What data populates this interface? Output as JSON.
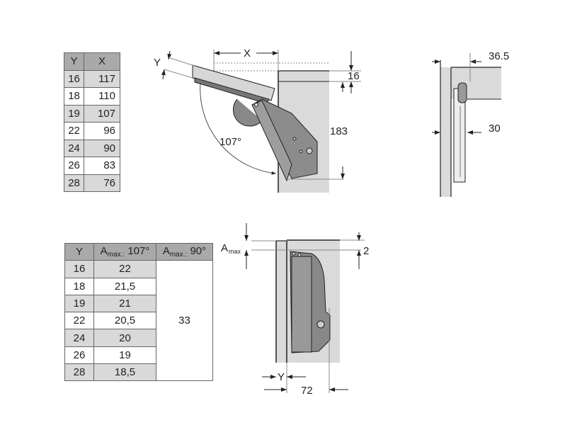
{
  "table_x": {
    "headers": [
      "Y",
      "X"
    ],
    "rows": [
      [
        "16",
        "117"
      ],
      [
        "18",
        "110"
      ],
      [
        "19",
        "107"
      ],
      [
        "22",
        "96"
      ],
      [
        "24",
        "90"
      ],
      [
        "26",
        "83"
      ],
      [
        "28",
        "76"
      ]
    ]
  },
  "table_amax": {
    "headers": {
      "y": "Y",
      "a107_main": "A",
      "a107_sub": "max.:",
      "a107_angle": "107°",
      "a90_main": "A",
      "a90_sub": "max.:",
      "a90_angle": "90°"
    },
    "rows": [
      [
        "16",
        "22"
      ],
      [
        "18",
        "21,5"
      ],
      [
        "19",
        "21"
      ],
      [
        "22",
        "20,5"
      ],
      [
        "24",
        "20"
      ],
      [
        "26",
        "19"
      ],
      [
        "28",
        "18,5"
      ]
    ],
    "a90_value": "33"
  },
  "diagram_side": {
    "x_label": "X",
    "y_label": "Y",
    "angle": "107°",
    "dim_16": "16",
    "dim_183": "183"
  },
  "diagram_top": {
    "dim_365": "36.5",
    "dim_30": "30"
  },
  "diagram_front": {
    "amax_main": "A",
    "amax_sub": "max",
    "dim_2": "2",
    "y_label": "Y",
    "dim_72": "72"
  }
}
